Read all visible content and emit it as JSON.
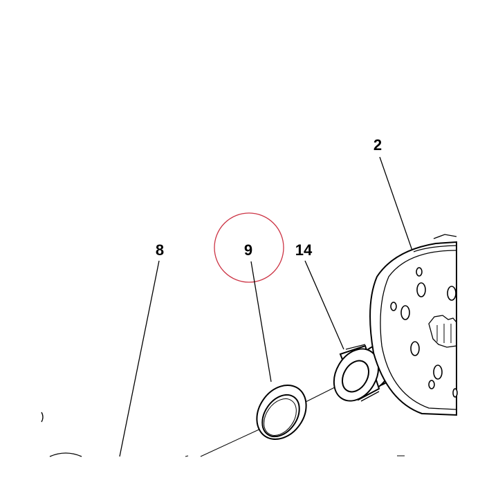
{
  "diagram": {
    "callouts": {
      "part_2": "2",
      "part_8": "8",
      "part_9": "9",
      "part_14": "14"
    },
    "highlight_color": "#cc3344",
    "highlighted_callout": "9"
  }
}
